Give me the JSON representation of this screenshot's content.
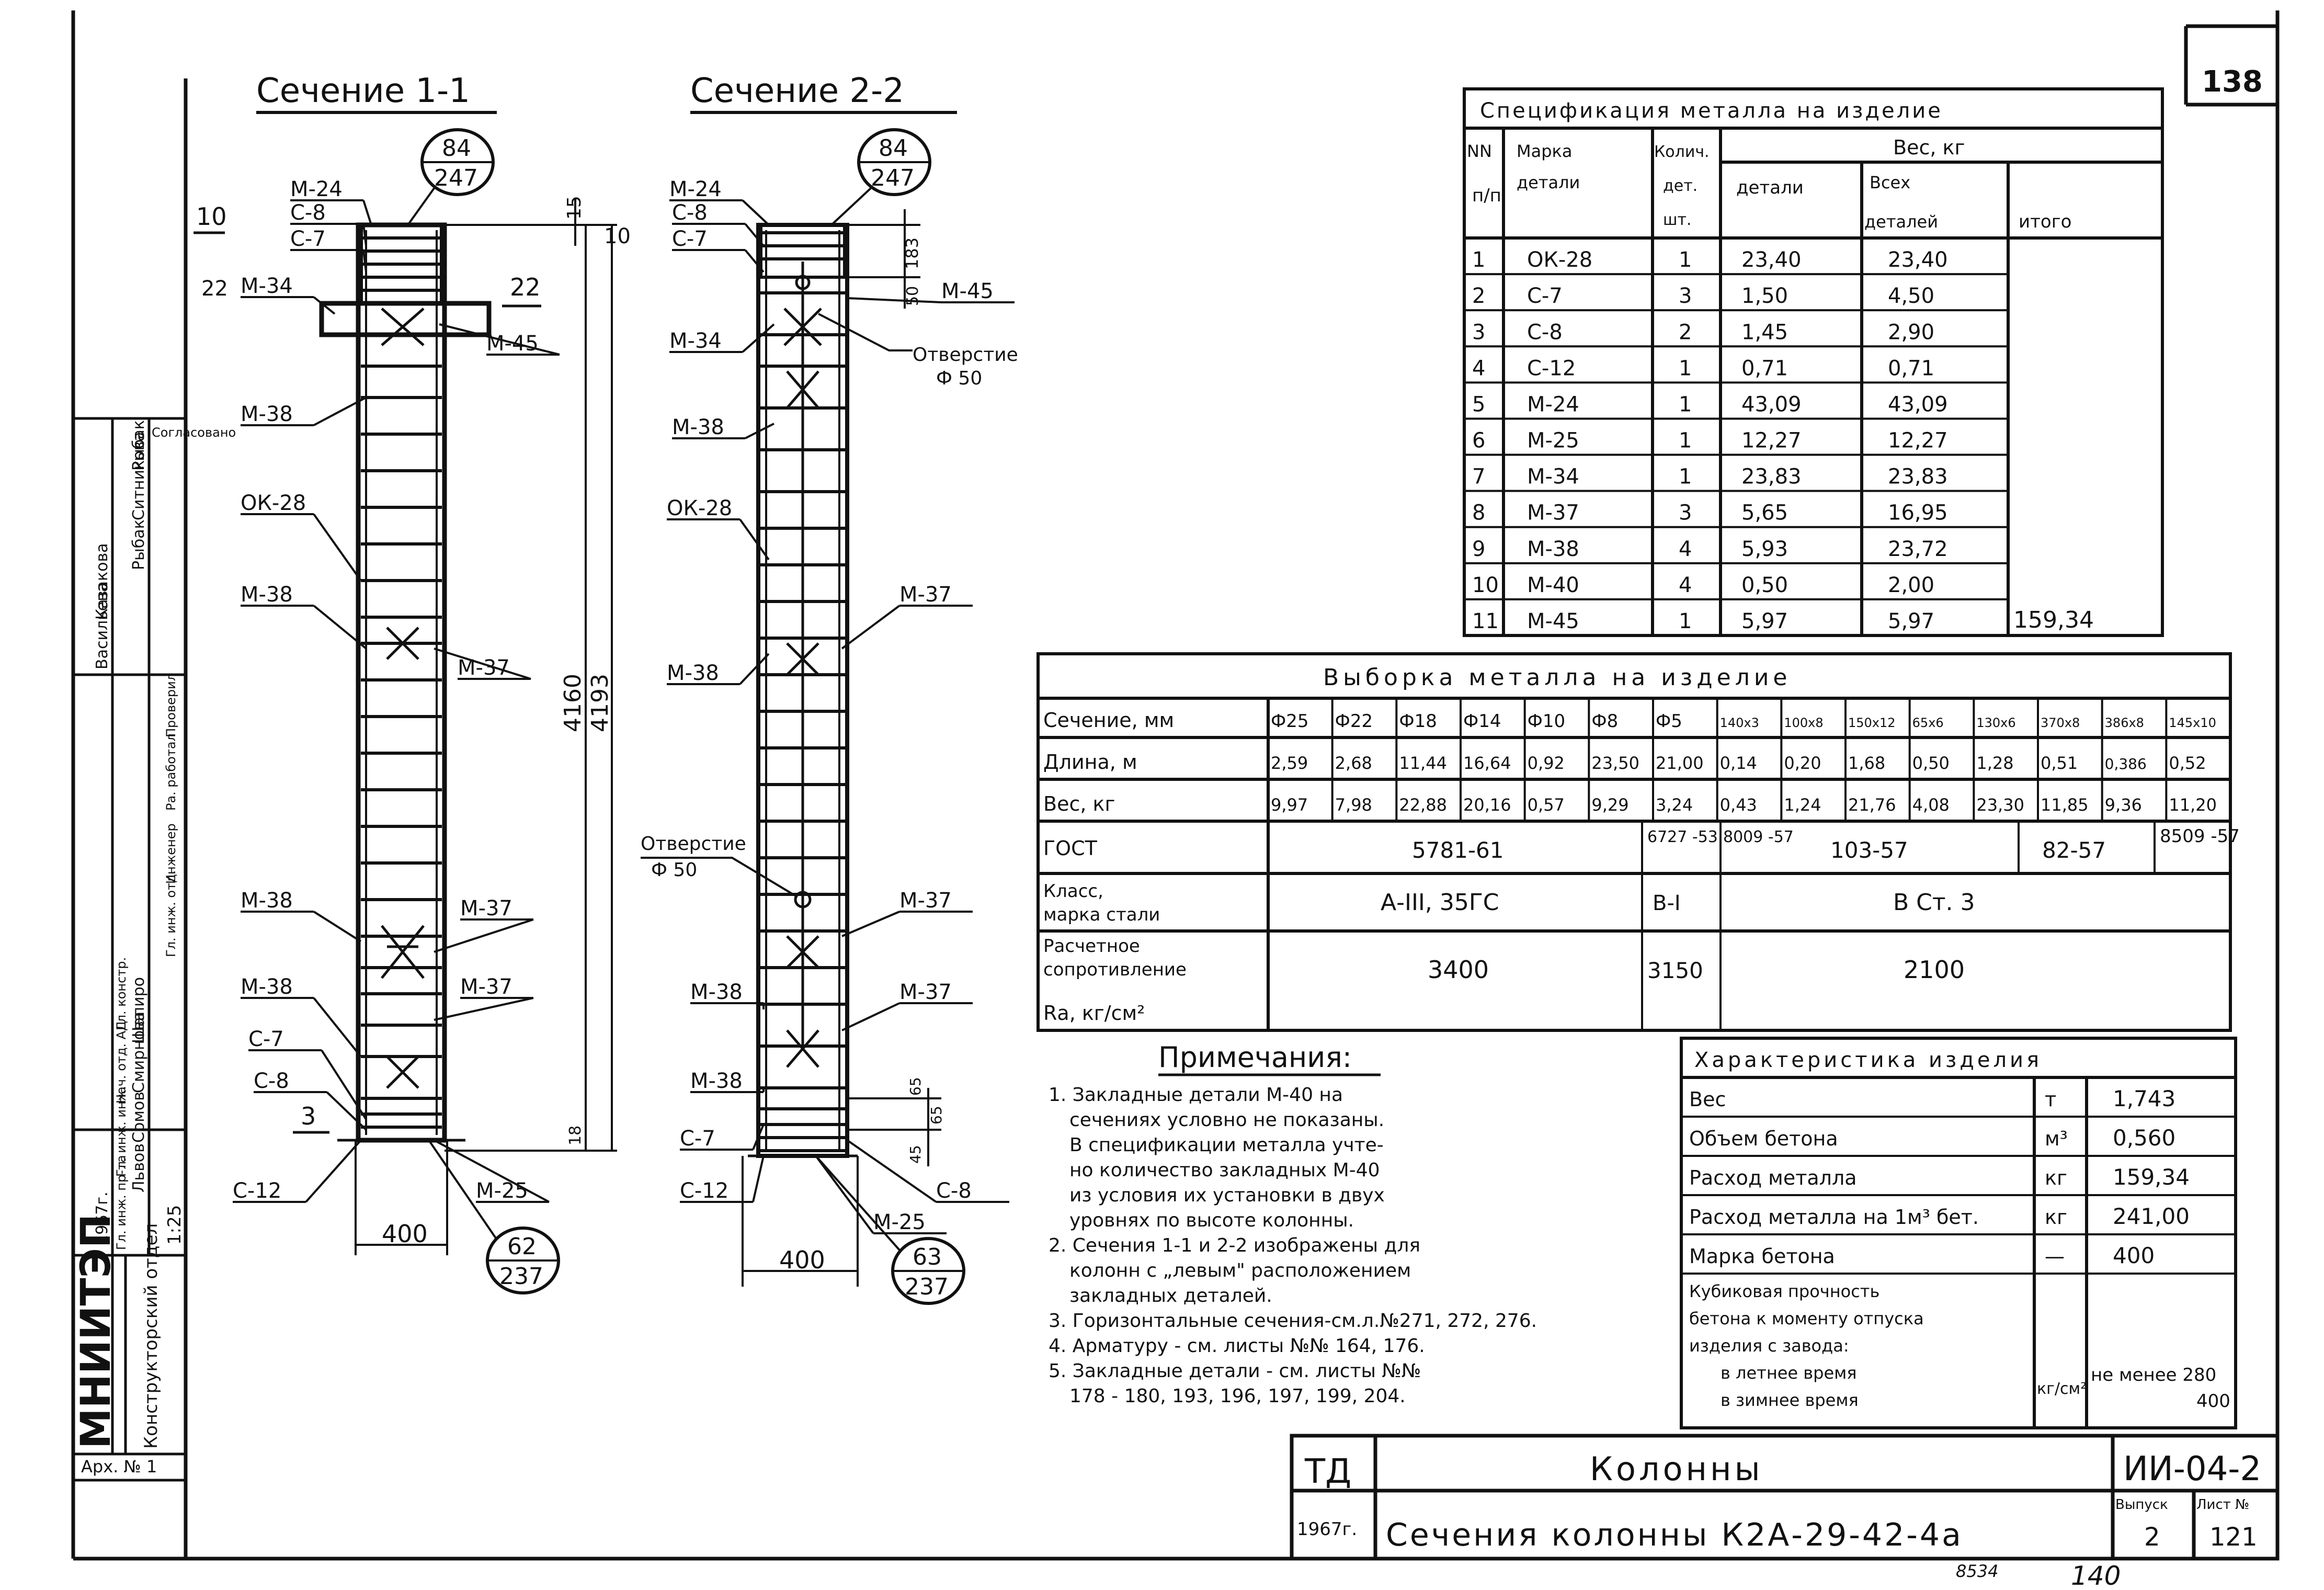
{
  "sheet_number": "138",
  "page_number_bottom": "140",
  "stamp_code": "8534",
  "section1": {
    "title": "Сечение 1-1",
    "left_marks": [
      "10",
      "22",
      "3"
    ],
    "labels": [
      "М-24",
      "С-8",
      "С-7",
      "М-34",
      "М-45",
      "М-38",
      "ОК-28",
      "М-38",
      "М-37",
      "М-38",
      "М-37",
      "М-37",
      "М-38",
      "С-7",
      "С-8",
      "С-12",
      "М-25"
    ],
    "dims": {
      "top_small": "15",
      "top_mark": "10",
      "right_mark": "22",
      "height1": "4160",
      "height2": "4193",
      "bottom": "18",
      "width": "400"
    },
    "callout_top": {
      "num": "84",
      "den": "247"
    },
    "callout_bottom": {
      "num": "62",
      "den": "237"
    }
  },
  "section2": {
    "title": "Сечение 2-2",
    "labels": [
      "М-24",
      "С-8",
      "С-7",
      "М-34",
      "М-38",
      "ОК-28",
      "М-38",
      "М-37",
      "М-37",
      "М-38",
      "М-37",
      "М-38",
      "С-7",
      "С-12",
      "М-25",
      "С-8",
      "М-45"
    ],
    "dims": {
      "d1": "183",
      "d2": "50",
      "d3": "65",
      "d4": "65",
      "d5": "45",
      "width": "400"
    },
    "hole_label": "Отверстие",
    "hole_dia": "Ф 50",
    "callout_top": {
      "num": "84",
      "den": "247"
    },
    "callout_bottom": {
      "num": "63",
      "den": "237"
    }
  },
  "spec": {
    "title": "Спецификация металла на изделие",
    "headers": {
      "nn": "NN п/п",
      "mark": "Марка детали",
      "qty": "Колич. дет. шт.",
      "weight": "Вес, кг",
      "w_detail": "детали",
      "w_all": "Всех деталей",
      "w_total": "итого"
    },
    "rows": [
      [
        "1",
        "ОК-28",
        "1",
        "23,40",
        "23,40"
      ],
      [
        "2",
        "С-7",
        "3",
        "1,50",
        "4,50"
      ],
      [
        "3",
        "С-8",
        "2",
        "1,45",
        "2,90"
      ],
      [
        "4",
        "С-12",
        "1",
        "0,71",
        "0,71"
      ],
      [
        "5",
        "М-24",
        "1",
        "43,09",
        "43,09"
      ],
      [
        "6",
        "М-25",
        "1",
        "12,27",
        "12,27"
      ],
      [
        "7",
        "М-34",
        "1",
        "23,83",
        "23,83"
      ],
      [
        "8",
        "М-37",
        "3",
        "5,65",
        "16,95"
      ],
      [
        "9",
        "М-38",
        "4",
        "5,93",
        "23,72"
      ],
      [
        "10",
        "М-40",
        "4",
        "0,50",
        "2,00"
      ],
      [
        "11",
        "М-45",
        "1",
        "5,97",
        "5,97"
      ]
    ],
    "total": "159,34"
  },
  "selection": {
    "title": "Выборка металла на изделие",
    "col_headers": [
      "Ф25",
      "Ф22",
      "Ф18",
      "Ф14",
      "Ф10",
      "Ф8",
      "Ф5",
      "140х3",
      "100х8",
      "150х12",
      "65х6",
      "130х6",
      "370х8",
      "386х8",
      "145х10"
    ],
    "row_labels": {
      "section": "Сечение, мм",
      "length": "Длина, м",
      "weight": "Вес, кг",
      "gost": "ГОСТ",
      "class": "Класс, марка стали",
      "resist": "Расчетное сопротивление Rа, кг/см²"
    },
    "length": [
      "2,59",
      "2,68",
      "11,44",
      "16,64",
      "0,92",
      "23,50",
      "21,00",
      "0,14",
      "0,20",
      "1,68",
      "0,50",
      "1,28",
      "0,51",
      "0,386",
      "0,52"
    ],
    "weight": [
      "9,97",
      "7,98",
      "22,88",
      "20,16",
      "0,57",
      "9,29",
      "3,24",
      "0,43",
      "1,24",
      "21,76",
      "4,08",
      "23,30",
      "11,85",
      "9,36",
      "11,20"
    ],
    "gost": [
      "5781-61",
      "6727 -53",
      "8009 -57",
      "103-57",
      "82-57",
      "8509 -57"
    ],
    "class": [
      "А-III, 35ГС",
      "В-I",
      "В Ст. 3"
    ],
    "resist": [
      "3400",
      "3150",
      "2100"
    ]
  },
  "notes": {
    "title": "Примечания:",
    "items": [
      "1. Закладные детали М-40 на",
      "сечениях условно не показаны.",
      "В спецификации металла учте-",
      "но количество закладных М-40",
      "из условия их установки в двух",
      "уровнях по высоте колонны.",
      "2. Сечения 1-1 и 2-2 изображены для",
      "колонн с „левым\" расположением",
      "закладных деталей.",
      "3. Горизонтальные сечения-см.л.№271, 272, 276.",
      "4. Арматуру - см. листы №№ 164, 176.",
      "5. Закладные детали - см. листы №№",
      "178 - 180, 193, 196, 197, 199, 204."
    ]
  },
  "characteristics": {
    "title": "Характеристика изделия",
    "rows": [
      [
        "Вес",
        "т",
        "1,743"
      ],
      [
        "Объем бетона",
        "м³",
        "0,560"
      ],
      [
        "Расход металла",
        "кг",
        "159,34"
      ],
      [
        "Расход металла на 1м³ бет.",
        "кг",
        "241,00"
      ],
      [
        "Марка бетона",
        "—",
        "400"
      ]
    ],
    "strength_label": [
      "Кубиковая прочность",
      "бетона к моменту отпуска",
      "изделия с завода:",
      "в летнее время",
      "в зимнее время"
    ],
    "strength_unit": "кг/см²",
    "strength_values": [
      "не менее 280",
      "400"
    ]
  },
  "titleblock": {
    "td": "ТД",
    "year": "1967г.",
    "name": "Колонны",
    "subtitle": "Сечения колонны К2А-29-42-4а",
    "code": "ИИ-04-2",
    "issue_label": "Выпуск",
    "issue": "2",
    "sheet_label": "Лист №",
    "sheet": "121"
  },
  "side_block": {
    "org": "МНИИТЭП",
    "dept": "Конструкторский отдел",
    "inv": "Арх. № 1",
    "year": "1967г.",
    "scale": "1:25",
    "agreed": "Согласовано",
    "roles": [
      "Гл. инж. пр-та",
      "Гл. инж. инж.",
      "Нач. отд. АД",
      "Гл. констр.",
      "Гл. инж. отд.",
      "Инженер",
      "Ра. работал",
      "Проверил"
    ],
    "names": [
      "Васильева",
      "Казакова",
      "Рыбак",
      "Ситникова",
      "Рыбак",
      "Львов",
      "Сомов",
      "Смирнова",
      "Шапиро"
    ]
  }
}
